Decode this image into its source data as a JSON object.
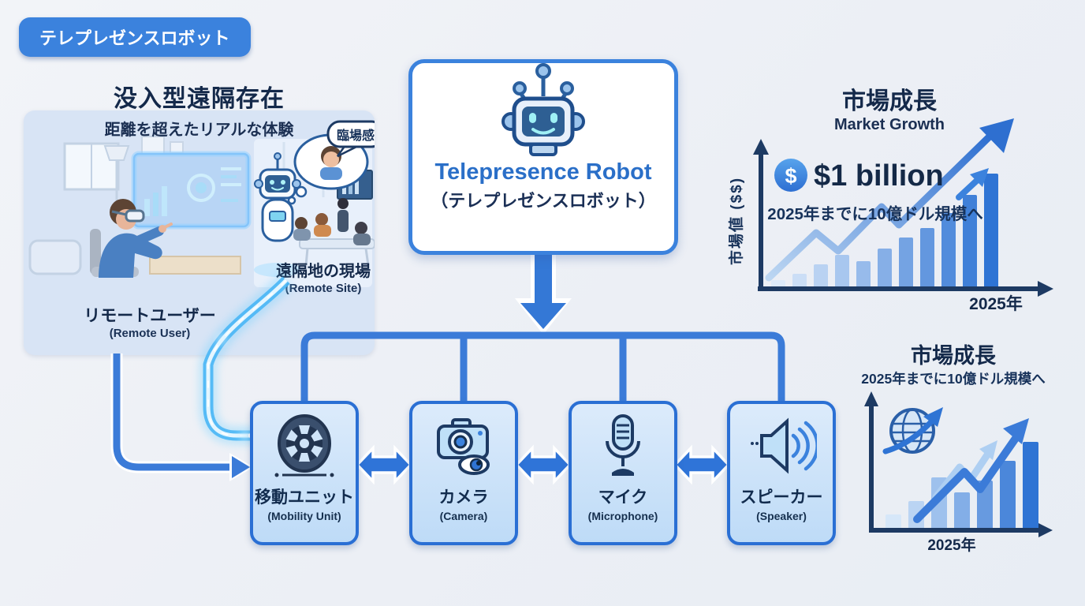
{
  "badge": {
    "label": "テレプレゼンスロボット"
  },
  "immersive": {
    "title": "没入型遠隔存在",
    "subtitle": "距離を超えたリアルな体験",
    "speech_bubble": "臨場感",
    "remote_user_ja": "リモートユーザー",
    "remote_user_en": "(Remote User)",
    "remote_site_ja": "遠隔地の現場",
    "remote_site_en": "(Remote Site)"
  },
  "center": {
    "title_en": "Telepresence Robot",
    "title_ja": "（テレプレゼンスロボット）"
  },
  "components": [
    {
      "ja": "移動ユニット",
      "en": "(Mobility Unit)",
      "icon": "wheel-icon"
    },
    {
      "ja": "カメラ",
      "en": "(Camera)",
      "icon": "camera-icon"
    },
    {
      "ja": "マイク",
      "en": "(Microphone)",
      "icon": "microphone-icon"
    },
    {
      "ja": "スピーカー",
      "en": "(Speaker)",
      "icon": "speaker-icon"
    }
  ],
  "chart_data": [
    {
      "type": "bar",
      "title": "市場成長",
      "subtitle": "Market Growth",
      "annotation": "$1 billion",
      "coin_symbol": "$",
      "annotation_sub": "2025年までに10億ドル規模へ",
      "ylabel": "市場値 ($$)",
      "xlabel": "2025年",
      "values": [
        10,
        18,
        30,
        42,
        34,
        50,
        64,
        76,
        95,
        118,
        145
      ],
      "unit": "illustrative relative market value",
      "overlay": "rising zigzag trend line ending in large up-right arrow",
      "grid": false,
      "legend": false
    },
    {
      "type": "bar",
      "title": "市場成長",
      "subtitle": "2025年までに10億ドル規模へ",
      "xlabel": "2025年",
      "values": [
        20,
        37,
        67,
        48,
        63,
        88,
        112
      ],
      "unit": "illustrative relative market value",
      "icon": "globe-icon",
      "overlay": "two rising zigzag arrows",
      "grid": false,
      "legend": false
    }
  ],
  "colors": {
    "accent_blue": "#3b82dd",
    "deep_blue": "#2a6fd4",
    "navy_text": "#17325a",
    "box_fill": "#cfe3f8",
    "panel_fill": "#d8e4f5",
    "background": "#eef0f4",
    "glow_cyan": "#57c8ff",
    "bar_light": "#d9e9fa",
    "bar_dark": "#2f74d4"
  }
}
